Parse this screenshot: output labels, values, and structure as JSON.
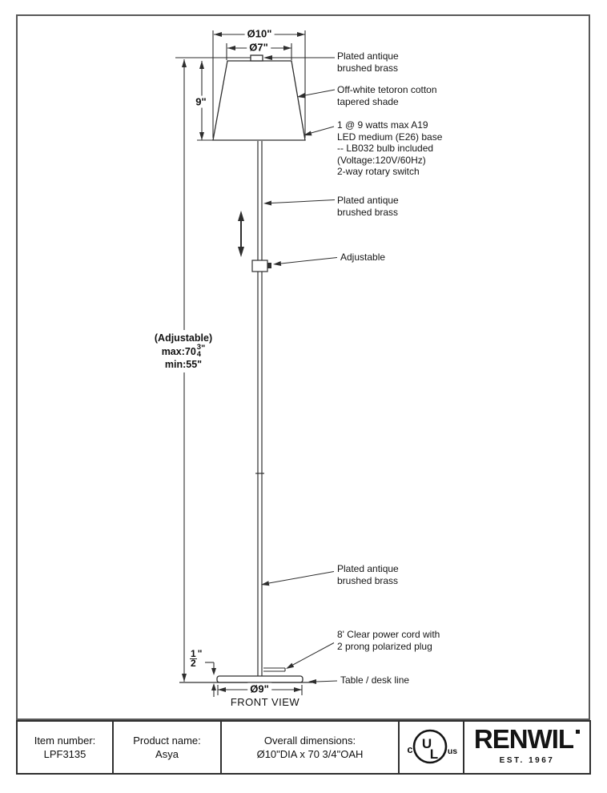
{
  "colors": {
    "line": "#2e2e2e",
    "text": "#151515",
    "brand": "#141414"
  },
  "drawing": {
    "view_label": "FRONT VIEW",
    "dims": {
      "shade_top_diameter": "Ø7\"",
      "shade_bottom_diameter": "Ø10\"",
      "shade_height": "9\"",
      "base_diameter": "Ø9\"",
      "base_thickness": {
        "num": "1",
        "den": "2",
        "unit": "\""
      },
      "overall_height": {
        "caption": "(Adjustable)",
        "max_prefix": "max:70",
        "max_frac_num": "3",
        "max_frac_den": "4",
        "max_unit": "\"",
        "min": "min:55\""
      }
    },
    "notes": {
      "brass_top": [
        "Plated antique",
        "brushed brass"
      ],
      "shade": [
        "Off-white tetoron cotton",
        "tapered shade"
      ],
      "bulb": [
        "1 @ 9 watts max A19",
        "LED medium (E26) base",
        "-- LB032 bulb included",
        "(Voltage:120V/60Hz)",
        "2-way rotary switch"
      ],
      "brass_mid": [
        "Plated antique",
        "brushed brass"
      ],
      "adjustable": "Adjustable",
      "brass_low": [
        "Plated antique",
        "brushed brass"
      ],
      "cord": [
        "8' Clear power cord with",
        "2 prong polarized plug"
      ],
      "table_line": "Table / desk line"
    }
  },
  "footer": {
    "item_label": "Item number:",
    "item_value": "LPF3135",
    "product_label": "Product name:",
    "product_value": "Asya",
    "dims_label": "Overall dimensions:",
    "dims_value": "Ø10\"DIA x 70 3/4\"OAH",
    "ul_mark": {
      "c": "c",
      "u": "U",
      "l": "L",
      "us": "us"
    },
    "brand": {
      "name": "RENWIL",
      "est": "EST. 1967"
    }
  }
}
